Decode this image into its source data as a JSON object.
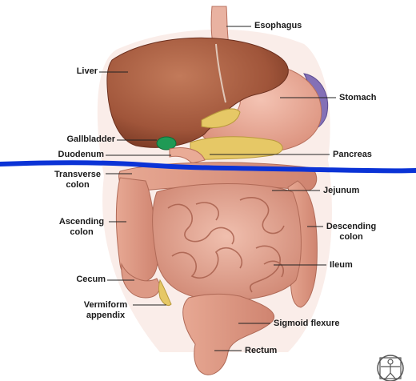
{
  "labels": {
    "esophagus": "Esophagus",
    "liver": "Liver",
    "stomach": "Stomach",
    "gallbladder": "Gallbladder",
    "duodenum": "Duodenum",
    "pancreas": "Pancreas",
    "transverse_colon_1": "Transverse",
    "transverse_colon_2": "colon",
    "jejunum": "Jejunum",
    "ascending_colon_1": "Ascending",
    "ascending_colon_2": "colon",
    "descending_colon_1": "Descending",
    "descending_colon_2": "colon",
    "ileum": "Ileum",
    "cecum": "Cecum",
    "vermiform_appendix_1": "Vermiform",
    "vermiform_appendix_2": "appendix",
    "sigmoid_flexure": "Sigmoid flexure",
    "rectum": "Rectum"
  },
  "colors": {
    "liver": "#a0553a",
    "stomach": "#e7a08c",
    "intestine": "#e3a493",
    "gallbladder": "#1f9a55",
    "pancreas": "#e6c866",
    "spleen": "#8470b6",
    "annotation_line": "#0b33d6"
  },
  "icons": {
    "corner_logo": "vitruvian-man-icon"
  }
}
